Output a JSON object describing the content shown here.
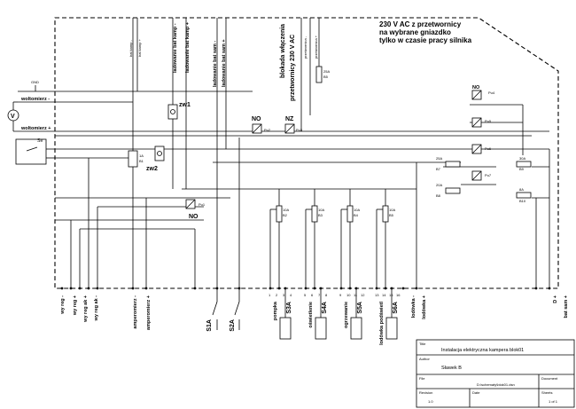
{
  "ac_note": [
    "230 V AC z przetwornicy",
    "na wybrane gniazdko",
    "tylko w czasie pracy silnika"
  ],
  "left_labels": {
    "gnd": "GND",
    "woltomierz_minus": "woltomierz -",
    "woltomierz_plus": "woltomierz +",
    "voltmeter_symbol": "V",
    "switch_sv": "Sv"
  },
  "top_vertical_labels": [
    "bat kamp -",
    "bat kamp +",
    "ladowanie bat kamp -",
    "ladowanie bat kamp +",
    "ladowanie bat sam -",
    "ladowanie bat sam +",
    "blokada włączenia",
    "przetwornicy 230 V AC",
    "przetwornica -",
    "przetwornica +"
  ],
  "relays": {
    "zw1": "zw1",
    "zw2": "zw2",
    "no1": "NO",
    "nz": "NZ",
    "no2": "NO",
    "no_pu4": "NO",
    "pu1": "Pu1",
    "pu2": "Pu2",
    "pu3": "Pu3",
    "pu4": "Pu4",
    "pu5": "Pu5",
    "pu6": "Pu6",
    "pu7": "Pu7"
  },
  "fuses": [
    {
      "rating": "25A",
      "name": "B5"
    },
    {
      "rating": "1A",
      "name": "B1"
    },
    {
      "rating": "20A",
      "name": "B4"
    },
    {
      "rating": "10A",
      "name": "B2"
    },
    {
      "rating": "10A",
      "name": "B3"
    },
    {
      "rating": "10A",
      "name": "B4"
    },
    {
      "rating": "10A",
      "name": "B5"
    },
    {
      "rating": "25A",
      "name": "B7"
    },
    {
      "rating": "20A",
      "name": "B8"
    },
    {
      "rating": "30A",
      "name": "B9"
    },
    {
      "rating": "8A",
      "name": "B10"
    }
  ],
  "bottom_labels": [
    "wy reg -",
    "wy reg +",
    "wy reg ak +",
    "wy reg ak -",
    "amperomierz -",
    "amperomierz +",
    "S1A",
    "S2A",
    "pompka",
    "S3A",
    "oświetlenie",
    "S4A",
    "ogrzewanie",
    "S5A",
    "lodówka podświetl",
    "S6A",
    "lodówka -",
    "lodówka +",
    "D +",
    "bat sam +"
  ],
  "terminal_numbers": [
    "1",
    "2",
    "3",
    "4",
    "5",
    "6",
    "7",
    "8",
    "9",
    "10",
    "11",
    "12",
    "13",
    "14",
    "15",
    "16"
  ],
  "title_block": {
    "title_label": "Title",
    "title_value": "Instalacja elektryczna kampera  blok01",
    "author_label": "Author",
    "author_value": "Sławek B",
    "file_label": "File",
    "file_value": "D:\\schematy\\blok01.dsn",
    "document_label": "Document",
    "revision_label": "Revision",
    "revision_value": "1.0",
    "date_label": "Date",
    "sheets_label": "Sheets",
    "sheets_value": "1 of 1"
  }
}
